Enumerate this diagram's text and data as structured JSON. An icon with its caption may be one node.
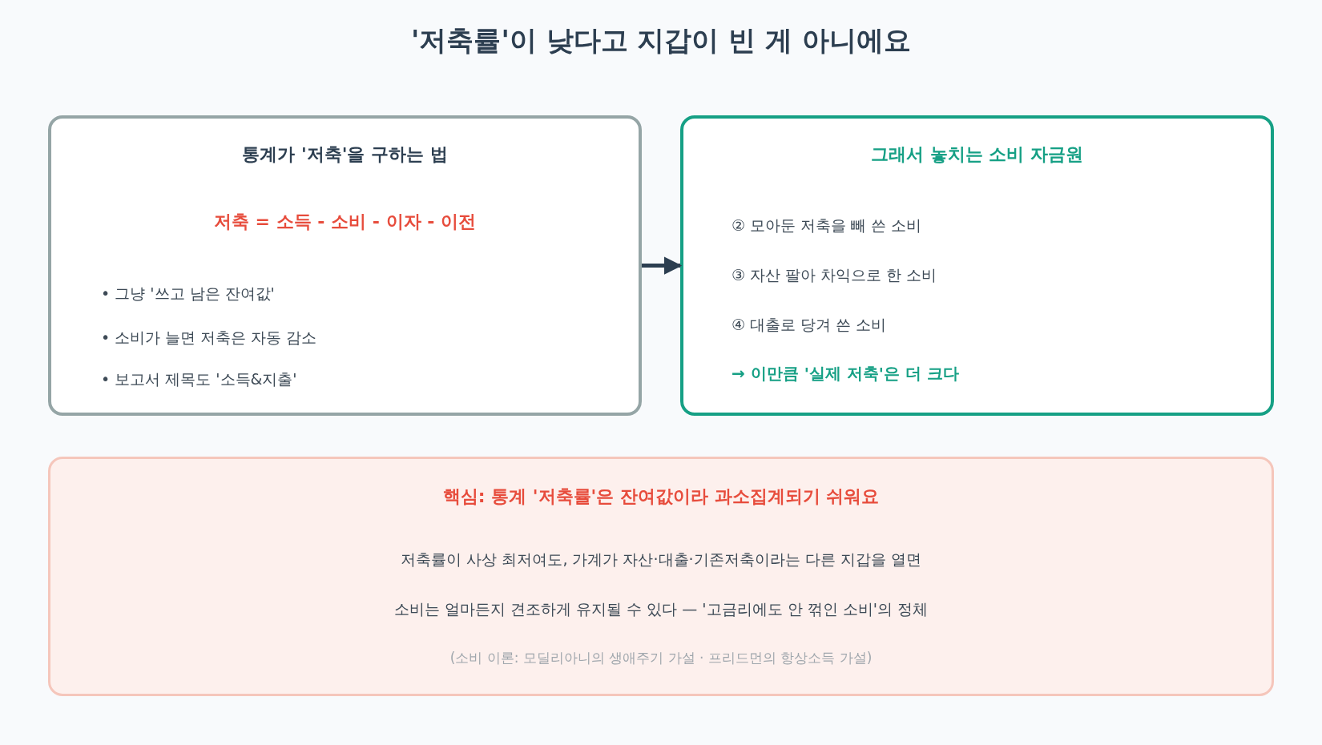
{
  "diagram": {
    "title": "'저축률'이 낮다고 지갑이 빈 게 아니에요",
    "nodes": [
      {
        "text": [
          "통계가 '저축'을 구하는 법",
          "저축 = 소득 - 소비 - 이자 - 이전",
          "• 그냥 '쓰고 남은 잔여값'",
          "• 소비가 늘면 저축은 자동 감소",
          "• 보고서 제목도 '소득&지출'"
        ]
      },
      {
        "text": [
          "그래서 놓치는 소비 자금원",
          "② 모아둔 저축을 빼 쓴 소비",
          "③ 자산 팔아 차익으로 한 소비",
          "④ 대출로 당겨 쓴 소비",
          "→ 이만큼 '실제 저축'은 더 크다"
        ]
      },
      {
        "text": [
          "핵심: 통계 '저축률'은 잔여값이라 과소집계되기 쉬워요",
          "저축률이 사상 최저여도, 가계가 자산·대출·기존저축이라는 다른 지갑을 열면",
          "소비는 얼마든지 견조하게 유지될 수 있다 — '고금리에도 안 꺾인 소비'의 정체",
          "(소비 이론: 모딜리아니의 생애주기 가설 · 프리드먼의 항상소득 가설)"
        ]
      }
    ],
    "edges": [
      {
        "from": 0,
        "to": 1,
        "arrow": "to"
      }
    ]
  }
}
